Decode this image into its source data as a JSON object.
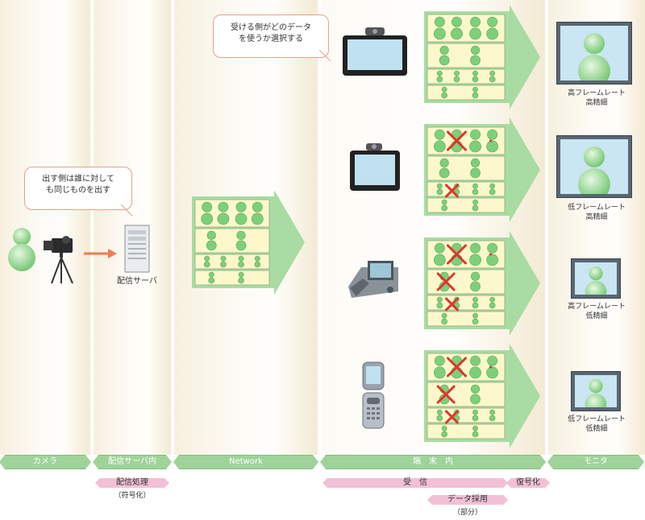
{
  "bubbles": {
    "receiver": [
      "受ける側がどのデータ",
      "を使うか選択する"
    ],
    "sender": [
      "出す側は誰に対して",
      "も同じものを出す"
    ]
  },
  "server_label": "配信サーバ",
  "monitor_labels": [
    [
      "高フレームレート",
      "高精細"
    ],
    [
      "低フレームレート",
      "高精細"
    ],
    [
      "高フレームレート",
      "低精細"
    ],
    [
      "低フレームレート",
      "低精細"
    ]
  ],
  "stages": {
    "camera": "カメラ",
    "server": "配信サーバ内",
    "network": "Network",
    "terminal": "端　末　内",
    "monitor": "モニタ"
  },
  "processes": {
    "delivery": "配信処理",
    "delivery_sub": "（符号化）",
    "receive": "受　信",
    "decode": "復号化",
    "adopt": "データ採用",
    "adopt_sub": "（部分）"
  },
  "colors": {
    "stage_band": "#9fd39a",
    "process_band": "#f2c0d6",
    "data_panel": "#fdf8cc",
    "data_arrow": "#a8dca2",
    "figure": "#7dcf7a",
    "cross": "#e0342a",
    "bubble_border": "#e5a08a",
    "flow_arrow": "#f07a4e"
  },
  "icons": [
    "camera-icon",
    "server-icon",
    "tv-terminal-icon",
    "small-tv-terminal-icon",
    "videophone-icon",
    "mobile-phone-icon",
    "person-figure-icon",
    "cross-mark-icon"
  ]
}
